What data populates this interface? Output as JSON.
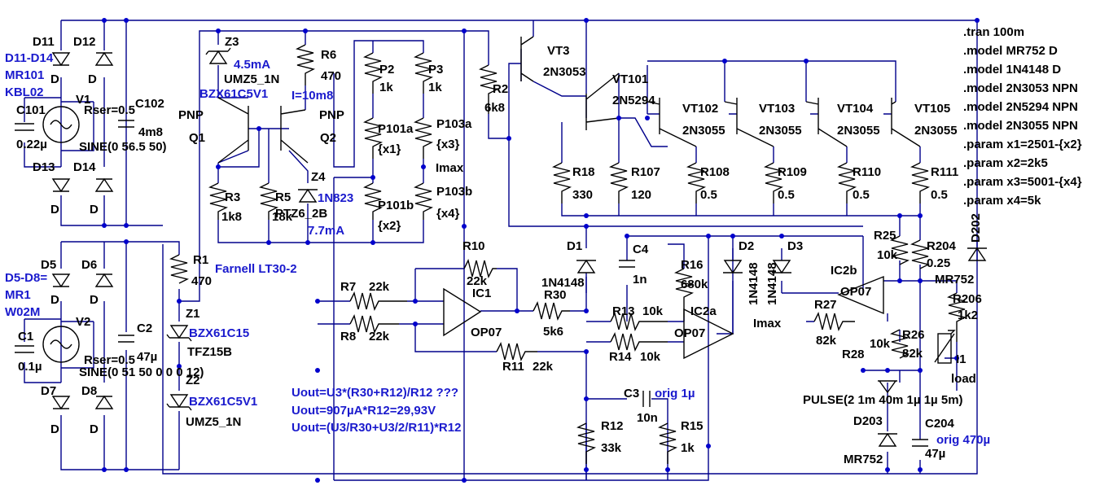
{
  "directives": [
    ".tran 100m",
    ".model MR752 D",
    ".model 1N4148 D",
    ".model 2N3053 NPN",
    ".model 2N5294 NPN",
    ".model 2N3055 NPN",
    ".param x1=2501-{x2}",
    ".param x2=2k5",
    ".param x3=5001-{x4}",
    ".param x4=5k"
  ],
  "labels": [
    {
      "id": "d11",
      "text": "D11",
      "cls": "t"
    },
    {
      "id": "d12",
      "text": "D12",
      "cls": "t"
    },
    {
      "id": "d11d14",
      "text": "D11-D14",
      "cls": "tb"
    },
    {
      "id": "mr101",
      "text": "MR101",
      "cls": "tb"
    },
    {
      "id": "kbl02",
      "text": "KBL02",
      "cls": "tb"
    },
    {
      "id": "d_a",
      "text": "D",
      "cls": "t"
    },
    {
      "id": "d_b",
      "text": "D",
      "cls": "t"
    },
    {
      "id": "v1",
      "text": "V1",
      "cls": "t"
    },
    {
      "id": "c101",
      "text": "C101",
      "cls": "t"
    },
    {
      "id": "c101v",
      "text": "0.22µ",
      "cls": "t"
    },
    {
      "id": "rser1",
      "text": "Rser=0.5",
      "cls": "t"
    },
    {
      "id": "c102",
      "text": "C102",
      "cls": "t"
    },
    {
      "id": "c102v",
      "text": "4m8",
      "cls": "t"
    },
    {
      "id": "sine1",
      "text": "SINE(0 56.5 50)",
      "cls": "t"
    },
    {
      "id": "d13",
      "text": "D13",
      "cls": "t"
    },
    {
      "id": "d14",
      "text": "D14",
      "cls": "t"
    },
    {
      "id": "d_c",
      "text": "D",
      "cls": "t"
    },
    {
      "id": "d_d",
      "text": "D",
      "cls": "t"
    },
    {
      "id": "d5",
      "text": "D5",
      "cls": "t"
    },
    {
      "id": "d6",
      "text": "D6",
      "cls": "t"
    },
    {
      "id": "d5d8",
      "text": "D5-D8=",
      "cls": "tb"
    },
    {
      "id": "mr1",
      "text": "MR1",
      "cls": "tb"
    },
    {
      "id": "w02m",
      "text": "W02M",
      "cls": "tb"
    },
    {
      "id": "d_e",
      "text": "D",
      "cls": "t"
    },
    {
      "id": "d_f",
      "text": "D",
      "cls": "t"
    },
    {
      "id": "c1",
      "text": "C1",
      "cls": "t"
    },
    {
      "id": "c1v",
      "text": "0.1µ",
      "cls": "t"
    },
    {
      "id": "v2",
      "text": "V2",
      "cls": "t"
    },
    {
      "id": "rser2",
      "text": "Rser=0.5",
      "cls": "t"
    },
    {
      "id": "c2",
      "text": "C2",
      "cls": "t"
    },
    {
      "id": "c2v",
      "text": "47µ",
      "cls": "t"
    },
    {
      "id": "sine2",
      "text": "SINE(0 51 50 0 0 0 12)",
      "cls": "t"
    },
    {
      "id": "d7",
      "text": "D7",
      "cls": "t"
    },
    {
      "id": "d8",
      "text": "D8",
      "cls": "t"
    },
    {
      "id": "d_g",
      "text": "D",
      "cls": "t"
    },
    {
      "id": "d_h",
      "text": "D",
      "cls": "t"
    },
    {
      "id": "z3",
      "text": "Z3",
      "cls": "t"
    },
    {
      "id": "z3i",
      "text": "4.5mA",
      "cls": "tb"
    },
    {
      "id": "umz1",
      "text": "UMZ5_1N",
      "cls": "t"
    },
    {
      "id": "bzx1",
      "text": "BZX61C5V1",
      "cls": "tb"
    },
    {
      "id": "r6",
      "text": "R6",
      "cls": "t"
    },
    {
      "id": "r6v",
      "text": "470",
      "cls": "t"
    },
    {
      "id": "i10",
      "text": "I=10m8",
      "cls": "tb"
    },
    {
      "id": "pnp1",
      "text": "PNP",
      "cls": "t"
    },
    {
      "id": "q1",
      "text": "Q1",
      "cls": "t"
    },
    {
      "id": "pnp2",
      "text": "PNP",
      "cls": "t"
    },
    {
      "id": "q2",
      "text": "Q2",
      "cls": "t"
    },
    {
      "id": "z4",
      "text": "Z4",
      "cls": "t"
    },
    {
      "id": "n823",
      "text": "1N823",
      "cls": "tb"
    },
    {
      "id": "ptz",
      "text": "PTZ6_2B",
      "cls": "t"
    },
    {
      "id": "i77",
      "text": "7.7mA",
      "cls": "tb"
    },
    {
      "id": "r3",
      "text": "R3",
      "cls": "t"
    },
    {
      "id": "r3v",
      "text": "1k8",
      "cls": "t"
    },
    {
      "id": "r5",
      "text": "R5",
      "cls": "t"
    },
    {
      "id": "r5v",
      "text": "18k",
      "cls": "t"
    },
    {
      "id": "p2",
      "text": "P2",
      "cls": "t"
    },
    {
      "id": "p2v",
      "text": "1k",
      "cls": "t"
    },
    {
      "id": "p3",
      "text": "P3",
      "cls": "t"
    },
    {
      "id": "p3v",
      "text": "1k",
      "cls": "t"
    },
    {
      "id": "p101a",
      "text": "P101a",
      "cls": "t"
    },
    {
      "id": "x1",
      "text": "{x1}",
      "cls": "t"
    },
    {
      "id": "p103a",
      "text": "P103a",
      "cls": "t"
    },
    {
      "id": "x3",
      "text": "{x3}",
      "cls": "t"
    },
    {
      "id": "imax1",
      "text": "Imax",
      "cls": "t"
    },
    {
      "id": "p101b",
      "text": "P101b",
      "cls": "t"
    },
    {
      "id": "x2",
      "text": "{x2}",
      "cls": "t"
    },
    {
      "id": "p103b",
      "text": "P103b",
      "cls": "t"
    },
    {
      "id": "x4",
      "text": "{x4}",
      "cls": "t"
    },
    {
      "id": "r2",
      "text": "R2",
      "cls": "t"
    },
    {
      "id": "r2v",
      "text": "6k8",
      "cls": "t"
    },
    {
      "id": "vt3",
      "text": "VT3",
      "cls": "t"
    },
    {
      "id": "n3053",
      "text": "2N3053",
      "cls": "t"
    },
    {
      "id": "vt101",
      "text": "VT101",
      "cls": "t"
    },
    {
      "id": "n5294",
      "text": "2N5294",
      "cls": "t"
    },
    {
      "id": "vt102",
      "text": "VT102",
      "cls": "t"
    },
    {
      "id": "n3055a",
      "text": "2N3055",
      "cls": "t"
    },
    {
      "id": "vt103",
      "text": "VT103",
      "cls": "t"
    },
    {
      "id": "n3055b",
      "text": "2N3055",
      "cls": "t"
    },
    {
      "id": "vt104",
      "text": "VT104",
      "cls": "t"
    },
    {
      "id": "n3055c",
      "text": "2N3055",
      "cls": "t"
    },
    {
      "id": "vt105",
      "text": "VT105",
      "cls": "t"
    },
    {
      "id": "n3055d",
      "text": "2N3055",
      "cls": "t"
    },
    {
      "id": "r18",
      "text": "R18",
      "cls": "t"
    },
    {
      "id": "r18v",
      "text": "330",
      "cls": "t"
    },
    {
      "id": "r107",
      "text": "R107",
      "cls": "t"
    },
    {
      "id": "r107v",
      "text": "120",
      "cls": "t"
    },
    {
      "id": "r108",
      "text": "R108",
      "cls": "t"
    },
    {
      "id": "r108v",
      "text": "0.5",
      "cls": "t"
    },
    {
      "id": "r109",
      "text": "R109",
      "cls": "t"
    },
    {
      "id": "r109v",
      "text": "0.5",
      "cls": "t"
    },
    {
      "id": "r110",
      "text": "R110",
      "cls": "t"
    },
    {
      "id": "r110v",
      "text": "0.5",
      "cls": "t"
    },
    {
      "id": "r111",
      "text": "R111",
      "cls": "t"
    },
    {
      "id": "r111v",
      "text": "0.5",
      "cls": "t"
    },
    {
      "id": "d202",
      "text": "D202",
      "cls": "t"
    },
    {
      "id": "r1",
      "text": "R1",
      "cls": "t"
    },
    {
      "id": "r1v",
      "text": "470",
      "cls": "t"
    },
    {
      "id": "farnell",
      "text": "Farnell LT30-2",
      "cls": "tb"
    },
    {
      "id": "z1",
      "text": "Z1",
      "cls": "t"
    },
    {
      "id": "bzx15",
      "text": "BZX61C15",
      "cls": "tb"
    },
    {
      "id": "tfz",
      "text": "TFZ15B",
      "cls": "t"
    },
    {
      "id": "z2",
      "text": "Z2",
      "cls": "t"
    },
    {
      "id": "bzx2",
      "text": "BZX61C5V1",
      "cls": "tb"
    },
    {
      "id": "umz2",
      "text": "UMZ5_1N",
      "cls": "t"
    },
    {
      "id": "r10",
      "text": "R10",
      "cls": "t"
    },
    {
      "id": "r10v",
      "text": "22k",
      "cls": "t"
    },
    {
      "id": "ic1",
      "text": "IC1",
      "cls": "t"
    },
    {
      "id": "op07a",
      "text": "OP07",
      "cls": "t"
    },
    {
      "id": "r7",
      "text": "R7",
      "cls": "t"
    },
    {
      "id": "r7v",
      "text": "22k",
      "cls": "t"
    },
    {
      "id": "r8",
      "text": "R8",
      "cls": "t"
    },
    {
      "id": "r8v",
      "text": "22k",
      "cls": "t"
    },
    {
      "id": "d1",
      "text": "D1",
      "cls": "t"
    },
    {
      "id": "n4148a",
      "text": "1N4148",
      "cls": "t"
    },
    {
      "id": "r30",
      "text": "R30",
      "cls": "t"
    },
    {
      "id": "r30v",
      "text": "5k6",
      "cls": "t"
    },
    {
      "id": "r11",
      "text": "R11",
      "cls": "t"
    },
    {
      "id": "r11v",
      "text": "22k",
      "cls": "t"
    },
    {
      "id": "c4",
      "text": "C4",
      "cls": "t"
    },
    {
      "id": "c4v",
      "text": "1n",
      "cls": "t"
    },
    {
      "id": "r16",
      "text": "R16",
      "cls": "t"
    },
    {
      "id": "r16v",
      "text": "680k",
      "cls": "t"
    },
    {
      "id": "d2",
      "text": "D2",
      "cls": "t"
    },
    {
      "id": "d3",
      "text": "D3",
      "cls": "t"
    },
    {
      "id": "r13",
      "text": "R13",
      "cls": "t"
    },
    {
      "id": "r13v",
      "text": "10k",
      "cls": "t"
    },
    {
      "id": "ic2a",
      "text": "IC2a",
      "cls": "t"
    },
    {
      "id": "op07b",
      "text": "OP07",
      "cls": "t"
    },
    {
      "id": "r14",
      "text": "R14",
      "cls": "t"
    },
    {
      "id": "r14v",
      "text": "10k",
      "cls": "t"
    },
    {
      "id": "imax2",
      "text": "Imax",
      "cls": "t"
    },
    {
      "id": "r27",
      "text": "R27",
      "cls": "t"
    },
    {
      "id": "r27v",
      "text": "82k",
      "cls": "t"
    },
    {
      "id": "ic2b",
      "text": "IC2b",
      "cls": "t"
    },
    {
      "id": "op07c",
      "text": "OP07",
      "cls": "t"
    },
    {
      "id": "r25",
      "text": "R25",
      "cls": "t"
    },
    {
      "id": "r25v",
      "text": "10k",
      "cls": "t"
    },
    {
      "id": "r204",
      "text": "R204",
      "cls": "t"
    },
    {
      "id": "r204v",
      "text": "0.25",
      "cls": "t"
    },
    {
      "id": "mr752a",
      "text": "MR752",
      "cls": "t"
    },
    {
      "id": "r206",
      "text": "R206",
      "cls": "t"
    },
    {
      "id": "r206v",
      "text": "1k2",
      "cls": "t"
    },
    {
      "id": "r28",
      "text": "R28",
      "cls": "t"
    },
    {
      "id": "r28v",
      "text": "10k",
      "cls": "t"
    },
    {
      "id": "r26",
      "text": "R26",
      "cls": "t"
    },
    {
      "id": "r26v",
      "text": "82k",
      "cls": "t"
    },
    {
      "id": "i1",
      "text": "I1",
      "cls": "t"
    },
    {
      "id": "load",
      "text": "load",
      "cls": "t"
    },
    {
      "id": "pulse",
      "text": "PULSE(2 1m 40m 1µ 1µ 5m)",
      "cls": "t"
    },
    {
      "id": "d203",
      "text": "D203",
      "cls": "t"
    },
    {
      "id": "c204",
      "text": "C204",
      "cls": "t"
    },
    {
      "id": "orig470",
      "text": "orig 470µ",
      "cls": "tb"
    },
    {
      "id": "c204v",
      "text": "47µ",
      "cls": "t"
    },
    {
      "id": "mr752b",
      "text": "MR752",
      "cls": "t"
    },
    {
      "id": "c3",
      "text": "C3",
      "cls": "t"
    },
    {
      "id": "orig1",
      "text": "orig 1µ",
      "cls": "tb"
    },
    {
      "id": "c3v",
      "text": "10n",
      "cls": "t"
    },
    {
      "id": "r12",
      "text": "R12",
      "cls": "t"
    },
    {
      "id": "r12v",
      "text": "33k",
      "cls": "t"
    },
    {
      "id": "r15",
      "text": "R15",
      "cls": "t"
    },
    {
      "id": "r15v",
      "text": "1k",
      "cls": "t"
    },
    {
      "id": "eq1",
      "text": "Uout=U3*(R30+R12)/R12 ???",
      "cls": "tb"
    },
    {
      "id": "eq2",
      "text": "Uout=907µA*R12=29,93V",
      "cls": "tb"
    },
    {
      "id": "eq3",
      "text": "Uout=(U3/R30+U3/2/R11)*R12",
      "cls": "tb"
    }
  ]
}
